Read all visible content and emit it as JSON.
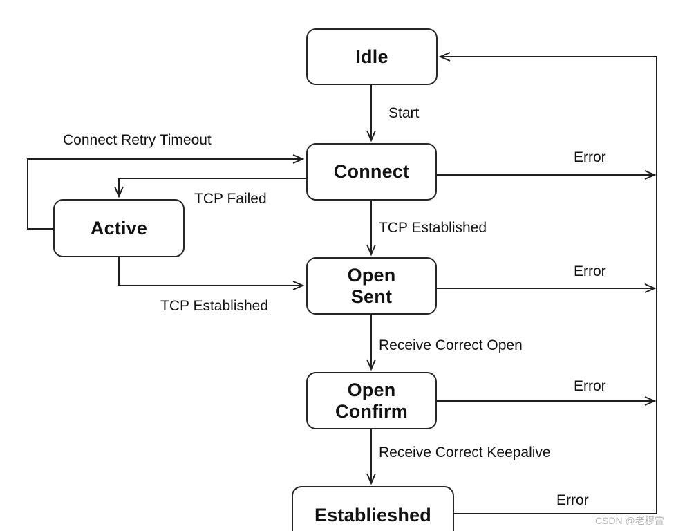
{
  "diagram": {
    "states": {
      "idle": "Idle",
      "connect": "Connect",
      "active": "Active",
      "open_sent": "Open\nSent",
      "open_confirm": "Open\nConfirm",
      "establieshed": "Establieshed"
    },
    "labels": {
      "start": "Start",
      "connect_retry_timeout": "Connect Retry Timeout",
      "tcp_failed": "TCP Failed",
      "tcp_established_from_connect": "TCP Established",
      "tcp_established_from_active": "TCP Established",
      "receive_correct_open": "Receive Correct Open",
      "receive_correct_keepalive": "Receive Correct Keepalive",
      "error_from_connect": "Error",
      "error_from_open_sent": "Error",
      "error_from_open_confirm": "Error",
      "error_from_establieshed": "Error"
    },
    "watermark": "CSDN @老穆雷",
    "colors": {
      "line": "#1f1f1f",
      "text": "#121212",
      "state_border": "#262626",
      "background": "#ffffff",
      "watermark": "#b5b5b5"
    }
  }
}
